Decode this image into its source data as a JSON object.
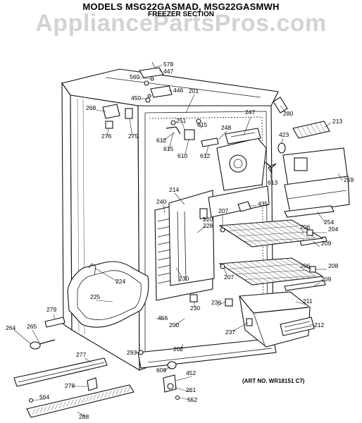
{
  "header": {
    "title": "MODELS MSG22GASMAD, MSG22GASMWH",
    "subtitle": "FREEZER SECTION",
    "watermark": "AppliancePartsPros.com"
  },
  "footer": {
    "art_number": "(ART NO. WR18151 C7)"
  },
  "callouts": [
    "578",
    "447",
    "560",
    "446",
    "450",
    "201",
    "268",
    "251",
    "280",
    "247",
    "213",
    "615",
    "248",
    "423",
    "276",
    "275",
    "612",
    "610",
    "612",
    "615",
    "259",
    "613",
    "214",
    "435",
    "240",
    "207",
    "220",
    "228",
    "254",
    "206",
    "204",
    "209",
    "230",
    "207",
    "206",
    "208",
    "224",
    "209",
    "225",
    "236",
    "211",
    "230",
    "279",
    "456",
    "200",
    "237",
    "212",
    "264",
    "265",
    "293",
    "277",
    "202",
    "609",
    "452",
    "278",
    "261",
    "564",
    "552",
    "288"
  ]
}
